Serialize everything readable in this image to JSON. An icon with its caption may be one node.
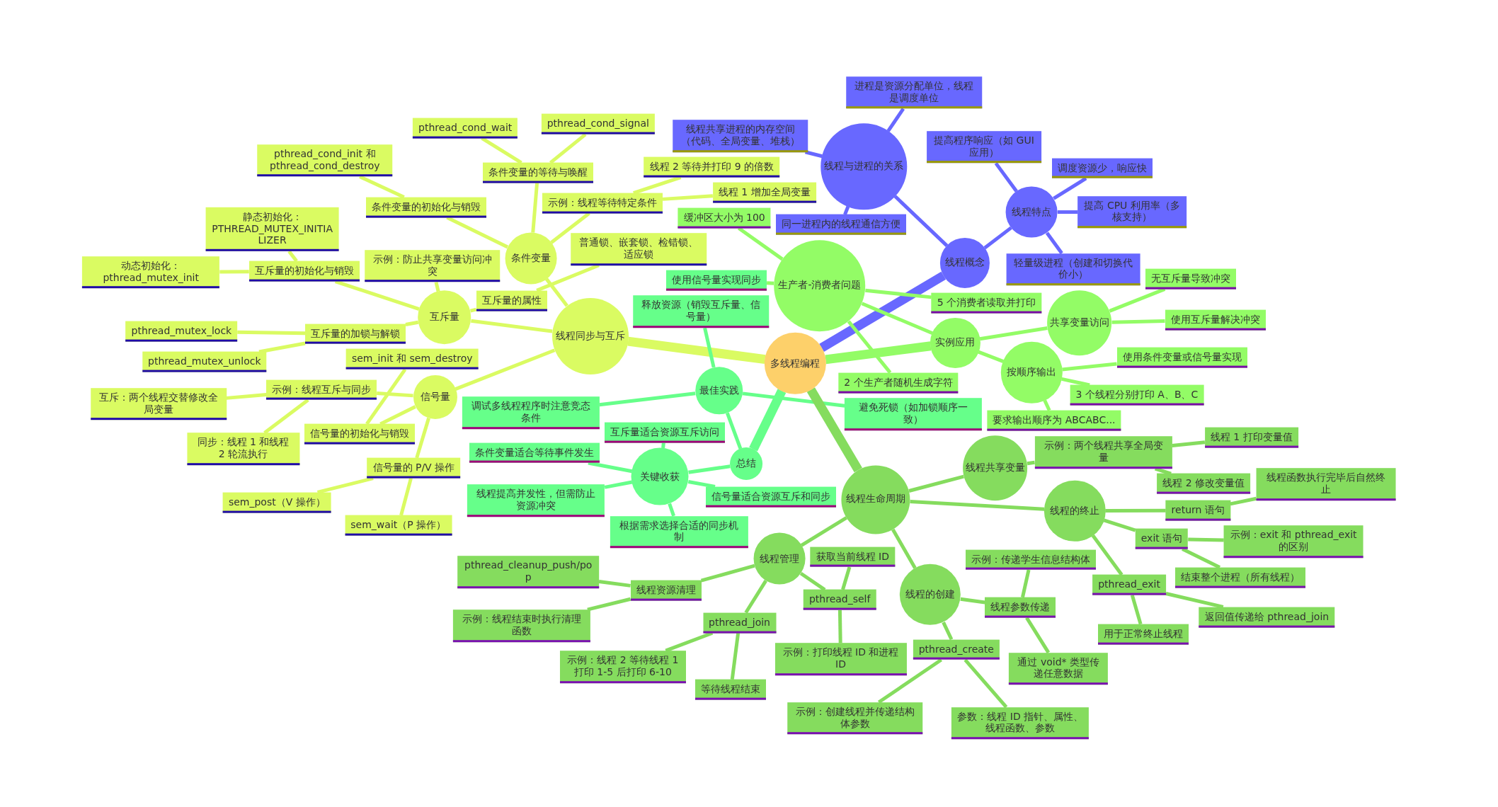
{
  "diagram": {
    "nodes": [
      {
        "text": [
          "多线程编程"
        ]
      },
      {
        "text": [
          "线程同步与互斥"
        ]
      },
      {
        "text": [
          "互斥量"
        ]
      },
      {
        "text": [
          "互斥量的初始化与销毁"
        ]
      },
      {
        "text": [
          "静态初始化：PTHREAD_MUTEX_INITIALIZER"
        ]
      },
      {
        "text": [
          "动态初始化：pthread_mutex_init"
        ]
      },
      {
        "text": [
          "互斥量的加锁与解锁"
        ]
      },
      {
        "text": [
          "pthread_mutex_lock"
        ]
      },
      {
        "text": [
          "pthread_mutex_unlock"
        ]
      },
      {
        "text": [
          "互斥量的属性"
        ]
      },
      {
        "text": [
          "普通锁、嵌套锁、检错锁、适应锁"
        ]
      },
      {
        "text": [
          "示例：防止共享变量访问冲突"
        ]
      },
      {
        "text": [
          "条件变量"
        ]
      },
      {
        "text": [
          "条件变量的初始化与销毁"
        ]
      },
      {
        "text": [
          "pthread_cond_init 和 pthread_cond_destroy"
        ]
      },
      {
        "text": [
          "条件变量的等待与唤醒"
        ]
      },
      {
        "text": [
          "pthread_cond_wait"
        ]
      },
      {
        "text": [
          "pthread_cond_signal"
        ]
      },
      {
        "text": [
          "示例：线程等待特定条件"
        ]
      },
      {
        "text": [
          "线程 2 等待并打印 9 的倍数"
        ]
      },
      {
        "text": [
          "线程 1 增加全局变量"
        ]
      },
      {
        "text": [
          "信号量"
        ]
      },
      {
        "text": [
          "示例：线程互斥与同步"
        ]
      },
      {
        "text": [
          "互斥：两个线程交替修改全局变量"
        ]
      },
      {
        "text": [
          "同步：线程 1 和线程 2 轮流执行"
        ]
      },
      {
        "text": [
          "信号量的初始化与销毁"
        ]
      },
      {
        "text": [
          "sem_init 和 sem_destroy"
        ]
      },
      {
        "text": [
          "信号量的 P/V 操作"
        ]
      },
      {
        "text": [
          "sem_post（V 操作）"
        ]
      },
      {
        "text": [
          "sem_wait（P 操作）"
        ]
      },
      {
        "text": [
          "线程概念"
        ]
      },
      {
        "text": [
          "线程与进程的关系"
        ]
      },
      {
        "text": [
          "进程是资源分配单位，线程是调度单位"
        ]
      },
      {
        "text": [
          "线程共享进程的内存空间（代码、全局变量、堆栈）"
        ]
      },
      {
        "text": [
          "同一进程内的线程通信方便"
        ]
      },
      {
        "text": [
          "线程特点"
        ]
      },
      {
        "text": [
          "提高程序响应（如 GUI 应用）"
        ]
      },
      {
        "text": [
          "调度资源少，响应快"
        ]
      },
      {
        "text": [
          "提高 CPU 利用率（多核支持）"
        ]
      },
      {
        "text": [
          "轻量级进程（创建和切换代价小）"
        ]
      },
      {
        "text": [
          "实例应用"
        ]
      },
      {
        "text": [
          "生产者-消费者问题"
        ]
      },
      {
        "text": [
          "缓冲区大小为 100"
        ]
      },
      {
        "text": [
          "5 个消费者读取并打印"
        ]
      },
      {
        "text": [
          "2 个生产者随机生成字符"
        ]
      },
      {
        "text": [
          "共享变量访问"
        ]
      },
      {
        "text": [
          "无互斥量导致冲突"
        ]
      },
      {
        "text": [
          "使用互斥量解决冲突"
        ]
      },
      {
        "text": [
          "按顺序输出"
        ]
      },
      {
        "text": [
          "使用条件变量或信号量实现"
        ]
      },
      {
        "text": [
          "3 个线程分别打印 A、B、C"
        ]
      },
      {
        "text": [
          "要求输出顺序为 ABCABC..."
        ]
      },
      {
        "text": [
          "总结"
        ]
      },
      {
        "text": [
          "最佳实践"
        ]
      },
      {
        "text": [
          "释放资源（销毁互斥量、信号量）"
        ]
      },
      {
        "text": [
          "使用信号量实现同步"
        ]
      },
      {
        "text": [
          "调试多线程程序时注意竞态条件"
        ]
      },
      {
        "text": [
          "避免死锁（如加锁顺序一致）"
        ]
      },
      {
        "text": [
          "关键收获"
        ]
      },
      {
        "text": [
          "互斥量适合资源互斥访问"
        ]
      },
      {
        "text": [
          "条件变量适合等待事件发生"
        ]
      },
      {
        "text": [
          "线程提高并发性，但需防止资源冲突"
        ]
      },
      {
        "text": [
          "信号量适合资源互斥和同步"
        ]
      },
      {
        "text": [
          "根据需求选择合适的同步机制"
        ]
      },
      {
        "text": [
          "线程生命周期"
        ]
      },
      {
        "text": [
          "线程管理"
        ]
      },
      {
        "text": [
          "线程资源清理"
        ]
      },
      {
        "text": [
          "pthread_cleanup_push/pop"
        ]
      },
      {
        "text": [
          "示例：线程结束时执行清理函数"
        ]
      },
      {
        "text": [
          "pthread_join"
        ]
      },
      {
        "text": [
          "示例：线程 2 等待线程 1 打印 1-5 后打印 6-10"
        ]
      },
      {
        "text": [
          "等待线程结束"
        ]
      },
      {
        "text": [
          "pthread_self"
        ]
      },
      {
        "text": [
          "获取当前线程 ID"
        ]
      },
      {
        "text": [
          "示例：打印线程 ID 和进程 ID"
        ]
      },
      {
        "text": [
          "线程的创建"
        ]
      },
      {
        "text": [
          "pthread_create"
        ]
      },
      {
        "text": [
          "示例：创建线程并传递结构体参数"
        ]
      },
      {
        "text": [
          "参数：线程 ID 指针、属性、线程函数、参数"
        ]
      },
      {
        "text": [
          "线程参数传递"
        ]
      },
      {
        "text": [
          "通过 void* 类型传递任意数据"
        ]
      },
      {
        "text": [
          "示例：传递学生信息结构体"
        ]
      },
      {
        "text": [
          "线程共享变量"
        ]
      },
      {
        "text": [
          "示例：两个线程共享全局变量"
        ]
      },
      {
        "text": [
          "线程 1 打印变量值"
        ]
      },
      {
        "text": [
          "线程 2 修改变量值"
        ]
      },
      {
        "text": [
          "线程的终止"
        ]
      },
      {
        "text": [
          "return 语句"
        ]
      },
      {
        "text": [
          "线程函数执行完毕后自然终止"
        ]
      },
      {
        "text": [
          "exit 语句"
        ]
      },
      {
        "text": [
          "示例：exit 和 pthread_exit 的区别"
        ]
      },
      {
        "text": [
          "结束整个进程（所有线程）"
        ]
      },
      {
        "text": [
          "pthread_exit"
        ]
      },
      {
        "text": [
          "用于正常终止线程"
        ]
      },
      {
        "text": [
          "返回值传递给 pthread_join"
        ]
      }
    ],
    "edges": [
      {
        "from": 0,
        "to": 1,
        "arrow": "none",
        "style": "thick",
        "color": "#dafb62"
      },
      {
        "from": 1,
        "to": 2,
        "arrow": "none",
        "color": "#dafb62"
      },
      {
        "from": 2,
        "to": 3,
        "arrow": "none",
        "color": "#dafb62"
      },
      {
        "from": 3,
        "to": 4,
        "arrow": "none",
        "color": "#dafb62"
      },
      {
        "from": 3,
        "to": 5,
        "arrow": "none",
        "color": "#dafb62"
      },
      {
        "from": 2,
        "to": 6,
        "arrow": "none",
        "color": "#dafb62"
      },
      {
        "from": 6,
        "to": 7,
        "arrow": "none",
        "color": "#dafb62"
      },
      {
        "from": 6,
        "to": 8,
        "arrow": "none",
        "color": "#dafb62"
      },
      {
        "from": 2,
        "to": 9,
        "arrow": "none",
        "color": "#dafb62"
      },
      {
        "from": 9,
        "to": 10,
        "arrow": "none",
        "color": "#dafb62"
      },
      {
        "from": 2,
        "to": 11,
        "arrow": "none",
        "color": "#dafb62"
      },
      {
        "from": 1,
        "to": 12,
        "arrow": "none",
        "color": "#dafb62"
      },
      {
        "from": 12,
        "to": 13,
        "arrow": "none",
        "color": "#dafb62"
      },
      {
        "from": 13,
        "to": 14,
        "arrow": "none",
        "color": "#dafb62"
      },
      {
        "from": 12,
        "to": 15,
        "arrow": "none",
        "color": "#dafb62"
      },
      {
        "from": 15,
        "to": 16,
        "arrow": "none",
        "color": "#dafb62"
      },
      {
        "from": 15,
        "to": 17,
        "arrow": "none",
        "color": "#dafb62"
      },
      {
        "from": 12,
        "to": 18,
        "arrow": "none",
        "color": "#dafb62"
      },
      {
        "from": 18,
        "to": 19,
        "arrow": "none",
        "color": "#dafb62"
      },
      {
        "from": 18,
        "to": 20,
        "arrow": "none",
        "color": "#dafb62"
      },
      {
        "from": 1,
        "to": 21,
        "arrow": "none",
        "color": "#dafb62"
      },
      {
        "from": 21,
        "to": 22,
        "arrow": "none",
        "color": "#dafb62"
      },
      {
        "from": 22,
        "to": 23,
        "arrow": "none",
        "color": "#dafb62"
      },
      {
        "from": 22,
        "to": 24,
        "arrow": "none",
        "color": "#dafb62"
      },
      {
        "from": 21,
        "to": 25,
        "arrow": "none",
        "color": "#dafb62"
      },
      {
        "from": 25,
        "to": 26,
        "arrow": "none",
        "color": "#dafb62"
      },
      {
        "from": 21,
        "to": 27,
        "arrow": "none",
        "color": "#dafb62"
      },
      {
        "from": 27,
        "to": 28,
        "arrow": "none",
        "color": "#dafb62"
      },
      {
        "from": 27,
        "to": 29,
        "arrow": "none",
        "color": "#dafb62"
      },
      {
        "from": 0,
        "to": 30,
        "arrow": "none",
        "style": "thick",
        "color": "#6868ff"
      },
      {
        "from": 30,
        "to": 31,
        "arrow": "none",
        "color": "#6868ff"
      },
      {
        "from": 31,
        "to": 32,
        "arrow": "none",
        "color": "#6868ff"
      },
      {
        "from": 31,
        "to": 33,
        "arrow": "none",
        "color": "#6868ff"
      },
      {
        "from": 31,
        "to": 34,
        "arrow": "none",
        "color": "#6868ff"
      },
      {
        "from": 30,
        "to": 35,
        "arrow": "none",
        "color": "#6868ff"
      },
      {
        "from": 35,
        "to": 36,
        "arrow": "none",
        "color": "#6868ff"
      },
      {
        "from": 35,
        "to": 37,
        "arrow": "none",
        "color": "#6868ff"
      },
      {
        "from": 35,
        "to": 38,
        "arrow": "none",
        "color": "#6868ff"
      },
      {
        "from": 35,
        "to": 39,
        "arrow": "none",
        "color": "#6868ff"
      },
      {
        "from": 0,
        "to": 40,
        "arrow": "none",
        "style": "thick",
        "color": "#93fc66"
      },
      {
        "from": 40,
        "to": 41,
        "arrow": "none",
        "color": "#93fc66"
      },
      {
        "from": 41,
        "to": 42,
        "arrow": "none",
        "color": "#93fc66"
      },
      {
        "from": 41,
        "to": 43,
        "arrow": "none",
        "color": "#93fc66"
      },
      {
        "from": 41,
        "to": 44,
        "arrow": "none",
        "color": "#93fc66"
      },
      {
        "from": 40,
        "to": 45,
        "arrow": "none",
        "color": "#93fc66"
      },
      {
        "from": 45,
        "to": 46,
        "arrow": "none",
        "color": "#93fc66"
      },
      {
        "from": 45,
        "to": 47,
        "arrow": "none",
        "color": "#93fc66"
      },
      {
        "from": 40,
        "to": 48,
        "arrow": "none",
        "color": "#93fc66"
      },
      {
        "from": 48,
        "to": 49,
        "arrow": "none",
        "color": "#93fc66"
      },
      {
        "from": 48,
        "to": 50,
        "arrow": "none",
        "color": "#93fc66"
      },
      {
        "from": 48,
        "to": 51,
        "arrow": "none",
        "color": "#93fc66"
      },
      {
        "from": 0,
        "to": 52,
        "arrow": "none",
        "style": "thick",
        "color": "#66ff8a"
      },
      {
        "from": 52,
        "to": 53,
        "arrow": "none",
        "color": "#66ff8a"
      },
      {
        "from": 53,
        "to": 54,
        "arrow": "none",
        "color": "#66ff8a"
      },
      {
        "from": 41,
        "to": 55,
        "arrow": "none",
        "color": "#93fc66"
      },
      {
        "from": 53,
        "to": 56,
        "arrow": "none",
        "color": "#66ff8a"
      },
      {
        "from": 53,
        "to": 57,
        "arrow": "none",
        "color": "#66ff8a"
      },
      {
        "from": 52,
        "to": 58,
        "arrow": "none",
        "color": "#66ff8a"
      },
      {
        "from": 58,
        "to": 59,
        "arrow": "none",
        "color": "#66ff8a"
      },
      {
        "from": 58,
        "to": 60,
        "arrow": "none",
        "color": "#66ff8a"
      },
      {
        "from": 58,
        "to": 61,
        "arrow": "none",
        "color": "#66ff8a"
      },
      {
        "from": 58,
        "to": 62,
        "arrow": "none",
        "color": "#66ff8a"
      },
      {
        "from": 58,
        "to": 63,
        "arrow": "none",
        "color": "#66ff8a"
      },
      {
        "from": 0,
        "to": 64,
        "arrow": "none",
        "style": "thick"
      },
      {
        "from": 64,
        "to": 65,
        "arrow": "none"
      },
      {
        "from": 65,
        "to": 66,
        "arrow": "none"
      },
      {
        "from": 66,
        "to": 67,
        "arrow": "none"
      },
      {
        "from": 66,
        "to": 68,
        "arrow": "none"
      },
      {
        "from": 65,
        "to": 69,
        "arrow": "none"
      },
      {
        "from": 69,
        "to": 70,
        "arrow": "none"
      },
      {
        "from": 69,
        "to": 71,
        "arrow": "none"
      },
      {
        "from": 65,
        "to": 72,
        "arrow": "none"
      },
      {
        "from": 72,
        "to": 73,
        "arrow": "none"
      },
      {
        "from": 72,
        "to": 74,
        "arrow": "none"
      },
      {
        "from": 64,
        "to": 75,
        "arrow": "none"
      },
      {
        "from": 75,
        "to": 76,
        "arrow": "none"
      },
      {
        "from": 76,
        "to": 77,
        "arrow": "none"
      },
      {
        "from": 76,
        "to": 78,
        "arrow": "none"
      },
      {
        "from": 75,
        "to": 79,
        "arrow": "none"
      },
      {
        "from": 79,
        "to": 80,
        "arrow": "none"
      },
      {
        "from": 79,
        "to": 81,
        "arrow": "none"
      },
      {
        "from": 64,
        "to": 82,
        "arrow": "none"
      },
      {
        "from": 82,
        "to": 83,
        "arrow": "none"
      },
      {
        "from": 83,
        "to": 84,
        "arrow": "none"
      },
      {
        "from": 83,
        "to": 85,
        "arrow": "none"
      },
      {
        "from": 64,
        "to": 86,
        "arrow": "none"
      },
      {
        "from": 86,
        "to": 87,
        "arrow": "none"
      },
      {
        "from": 87,
        "to": 88,
        "arrow": "none"
      },
      {
        "from": 86,
        "to": 89,
        "arrow": "none"
      },
      {
        "from": 89,
        "to": 90,
        "arrow": "none"
      },
      {
        "from": 89,
        "to": 91,
        "arrow": "none"
      },
      {
        "from": 86,
        "to": 92,
        "arrow": "none"
      },
      {
        "from": 92,
        "to": 93,
        "arrow": "none"
      },
      {
        "from": 92,
        "to": 94,
        "arrow": "none"
      }
    ]
  }
}
